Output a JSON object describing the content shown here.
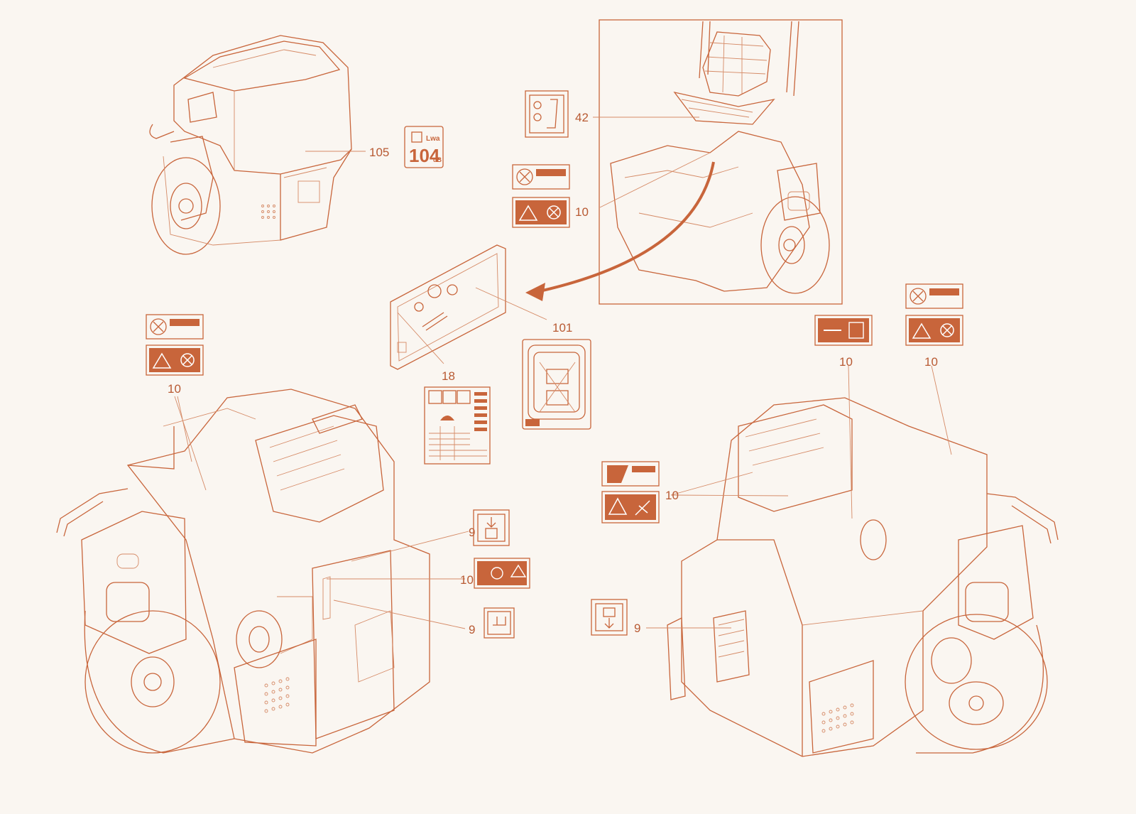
{
  "colors": {
    "accent": "#c8653b",
    "background": "#faf6f1"
  },
  "callouts": {
    "c105": "105",
    "c42": "42",
    "c10_top": "10",
    "c101": "101",
    "c18": "18",
    "c10_left": "10",
    "c10_right_a": "10",
    "c10_right_b": "10",
    "c10_mid_right": "10",
    "c9_a": "9",
    "c10_center": "10",
    "c9_b": "9",
    "c9_right": "9"
  },
  "decals": {
    "noise_value": "104",
    "noise_unit_top": "Lwa",
    "noise_unit": "dB"
  }
}
